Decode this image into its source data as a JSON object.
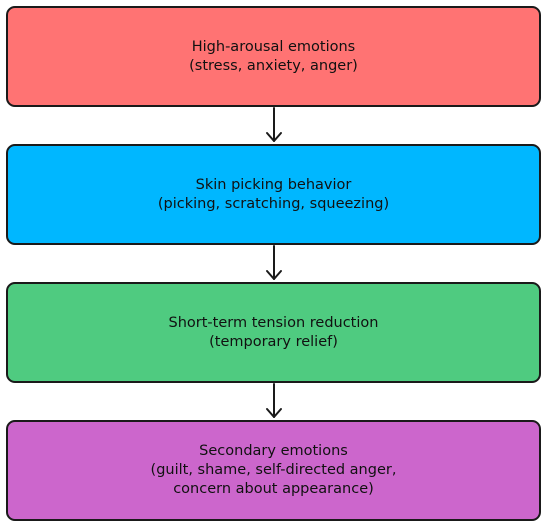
{
  "boxes": [
    {
      "title": "High-arousal emotions",
      "detail": "(stress, anxiety, anger)",
      "color": "#ff7373"
    },
    {
      "title": "Skin picking behavior",
      "detail": "(picking, scratching, squeezing)",
      "color": "#00b7ff"
    },
    {
      "title": "Short-term tension reduction",
      "detail": "(temporary relief)",
      "color": "#4fcb80"
    },
    {
      "title": "Secondary emotions",
      "detail": "(guilt, shame, self-directed anger,",
      "detail2": "concern about appearance)",
      "color": "#cc66cc"
    }
  ],
  "colors": {
    "border": "#1a1a1a",
    "arrow": "#1a1a1a",
    "background": "#ffffff"
  }
}
